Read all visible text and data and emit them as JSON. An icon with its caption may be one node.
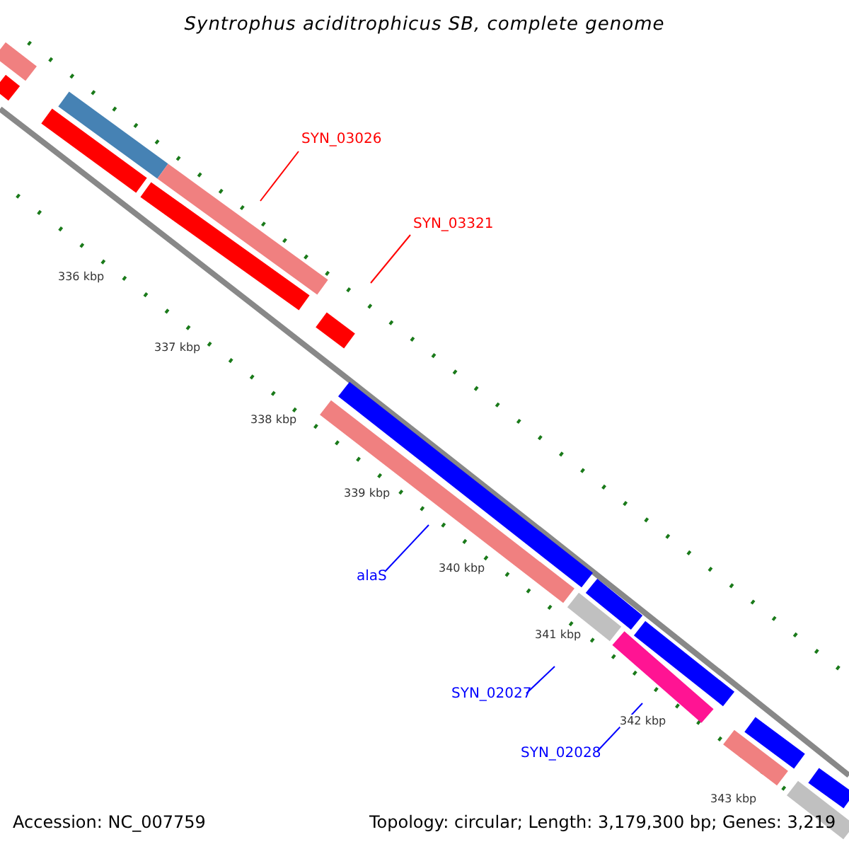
{
  "diagram": {
    "title": "Syntrophus aciditrophicus SB, complete genome",
    "nodes": [
      {
        "text": [
          "SYN_03026"
        ]
      },
      {
        "text": [
          "SYN_03321"
        ]
      },
      {
        "text": [
          "alaS"
        ]
      },
      {
        "text": [
          "SYN_02027"
        ]
      },
      {
        "text": [
          "SYN_02028"
        ]
      }
    ],
    "edges": [
      {
        "from": 0,
        "to": null,
        "arrow": "none",
        "color": "#ff0000"
      },
      {
        "from": 1,
        "to": null,
        "arrow": "none",
        "color": "#ff0000"
      },
      {
        "from": 2,
        "to": null,
        "arrow": "none"
      },
      {
        "from": 3,
        "to": null,
        "arrow": "none"
      },
      {
        "from": 4,
        "to": null,
        "arrow": "none"
      }
    ],
    "labels": [
      "336 kbp",
      "337 kbp",
      "338 kbp",
      "339 kbp",
      "340 kbp",
      "341 kbp",
      "342 kbp",
      "343 kbp",
      "Accession: NC_007759",
      "Topology: circular; Length: 3,179,300 bp; Genes: 3,219"
    ]
  }
}
